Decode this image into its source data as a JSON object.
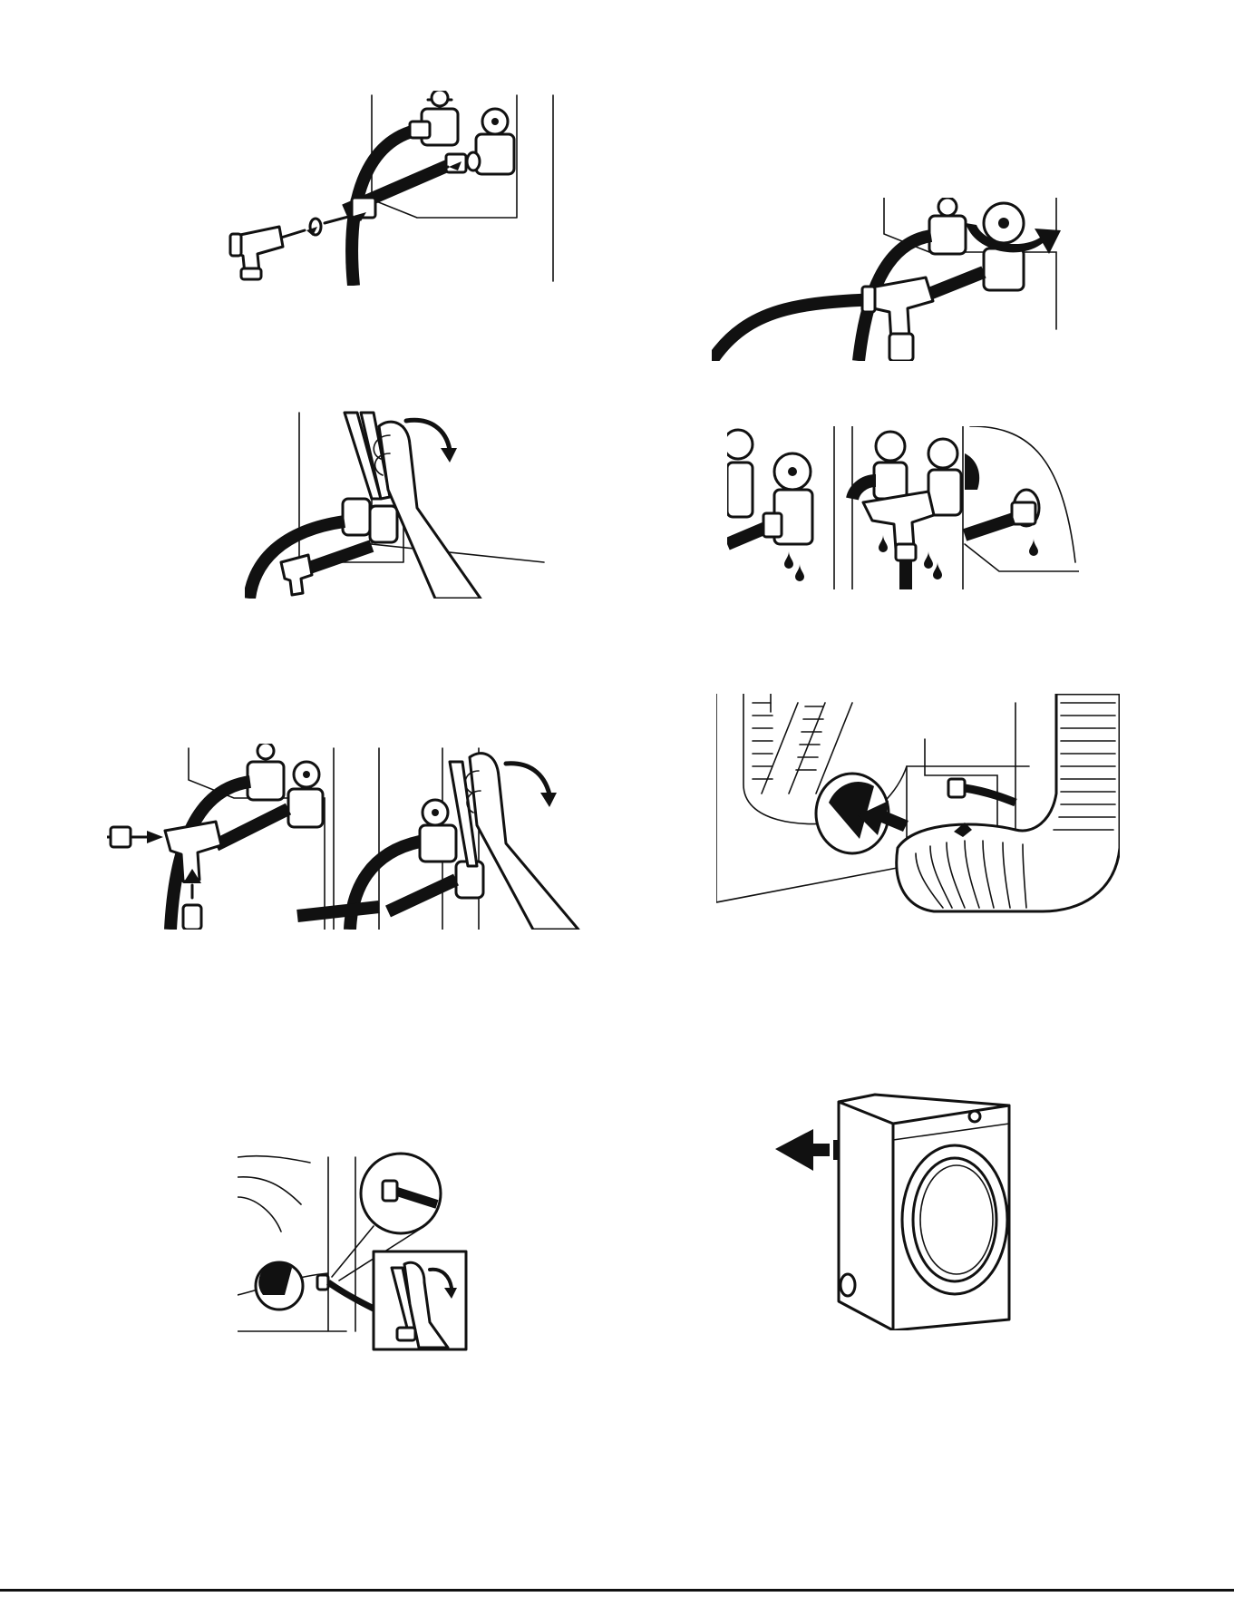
{
  "page": {
    "figures": [
      {
        "id": "fig-1",
        "icon": "y-connector-assembly-icon"
      },
      {
        "id": "fig-2",
        "icon": "pliers-tighten-icon"
      },
      {
        "id": "fig-3",
        "icon": "y-connector-attach-icon"
      },
      {
        "id": "fig-4",
        "icon": "dryer-inlet-icon"
      },
      {
        "id": "fig-5",
        "icon": "faucet-turn-on-icon"
      },
      {
        "id": "fig-6",
        "icon": "leak-check-icon"
      },
      {
        "id": "fig-7",
        "icon": "vent-duct-connect-icon"
      },
      {
        "id": "fig-8",
        "icon": "dryer-move-icon"
      }
    ],
    "colors": {
      "ink": "#111111",
      "paper": "#ffffff"
    }
  }
}
